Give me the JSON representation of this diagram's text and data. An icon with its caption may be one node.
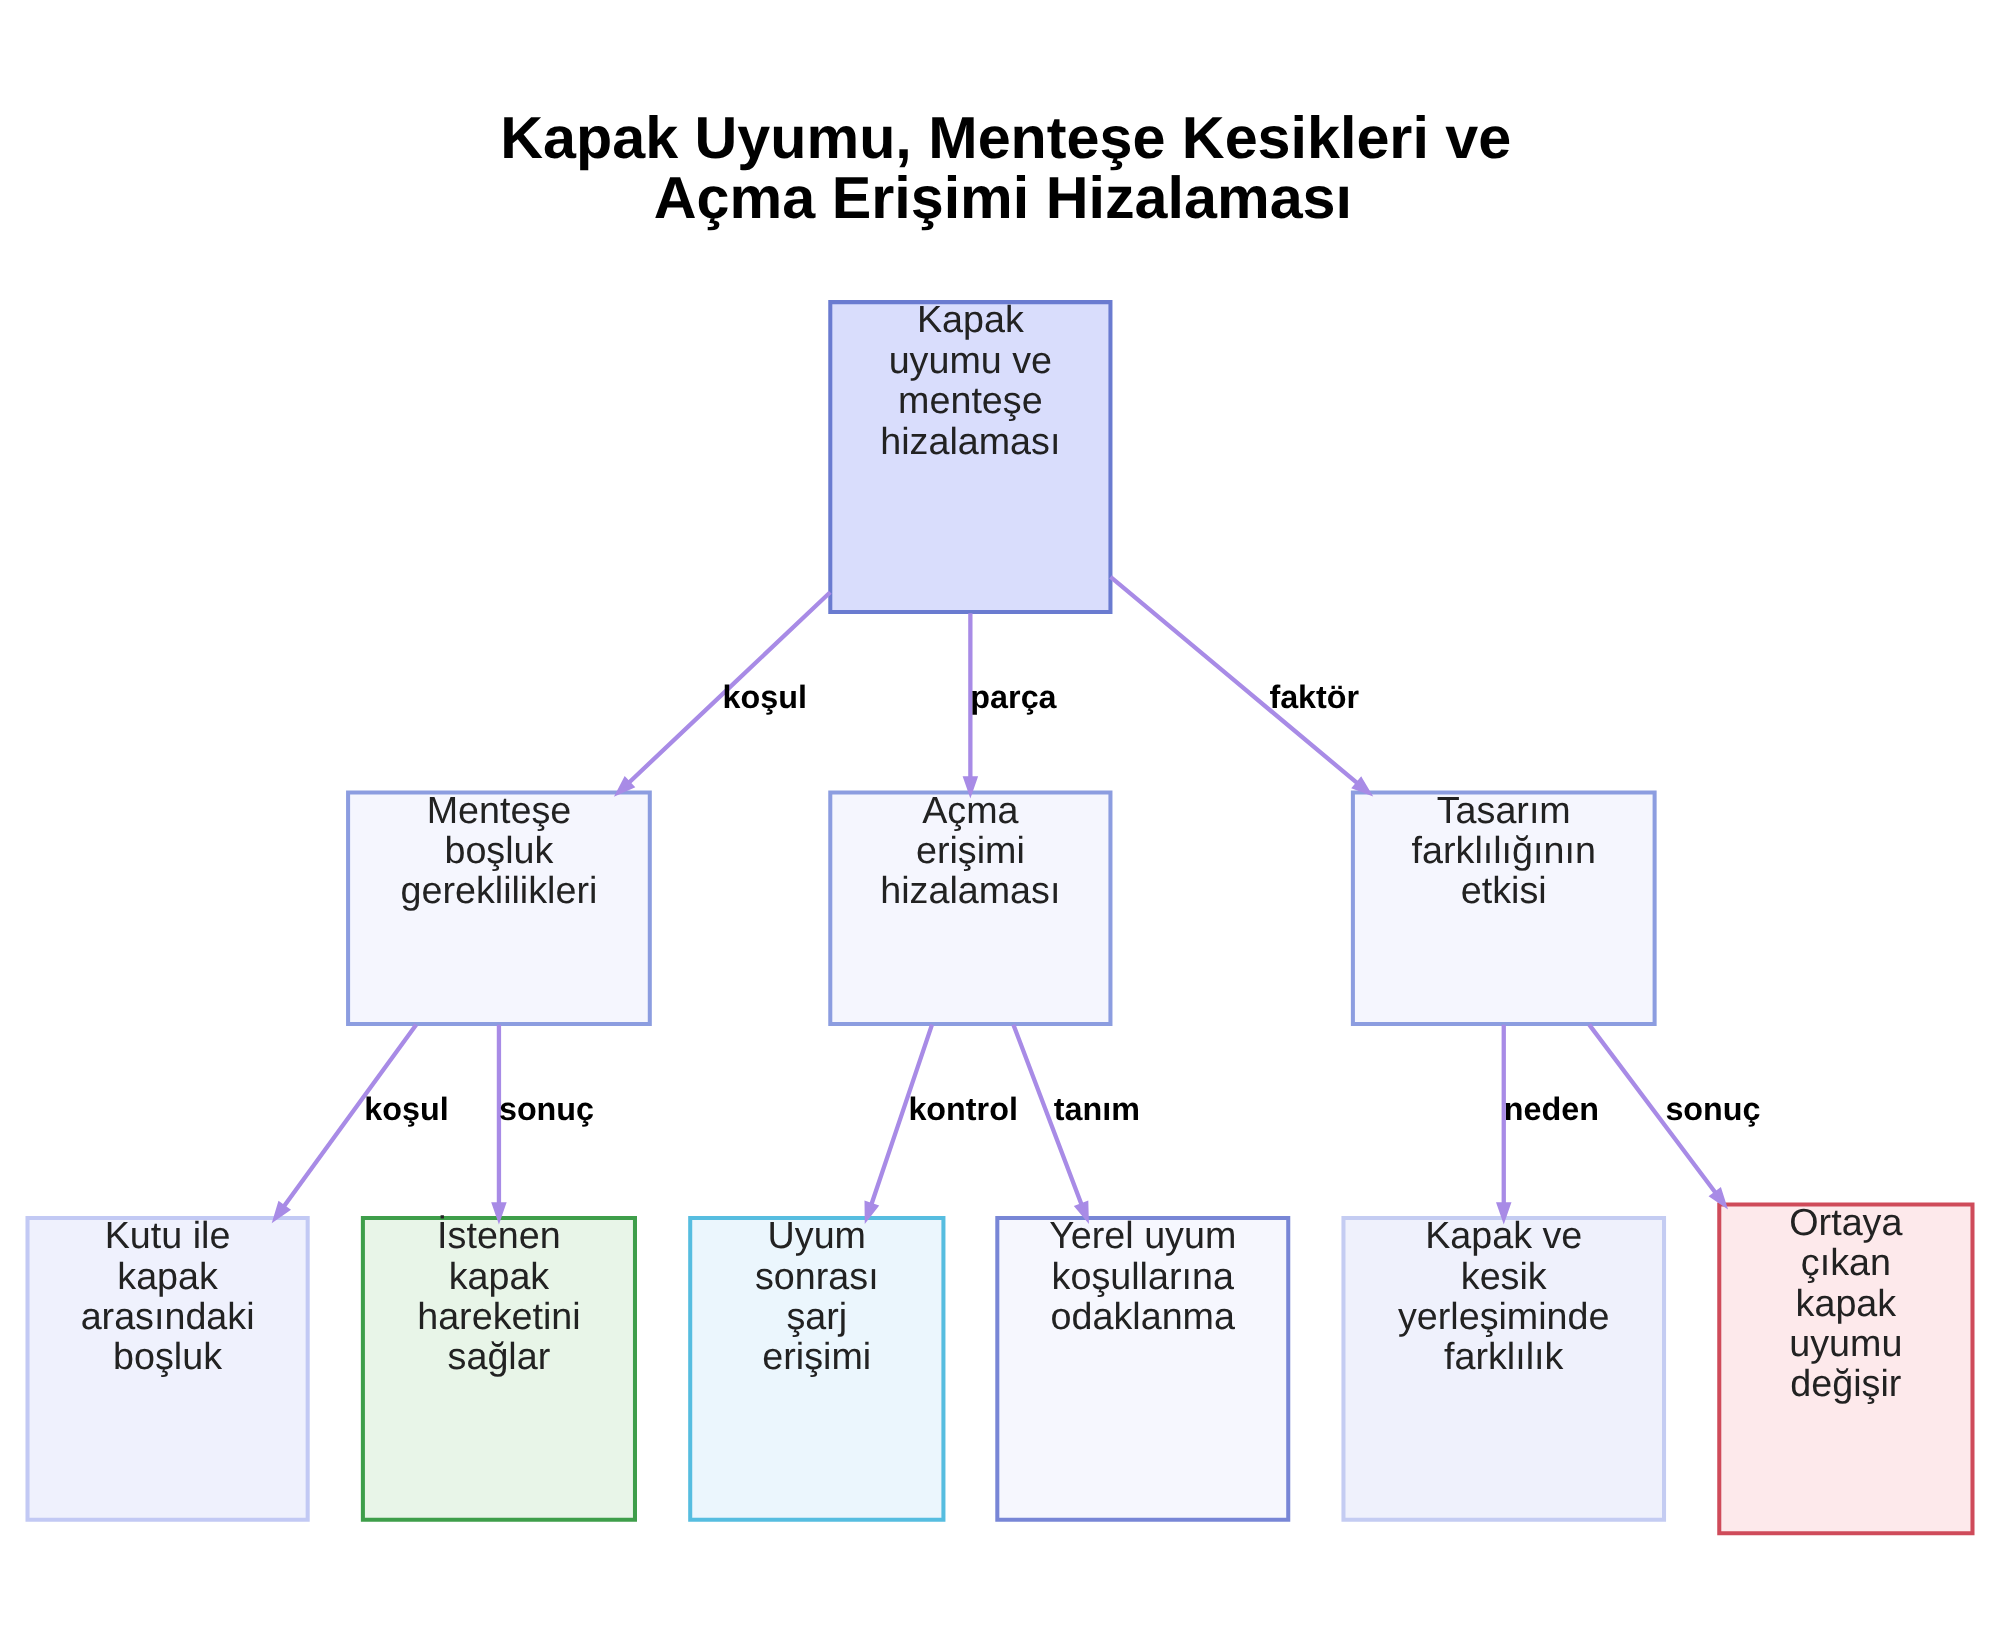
{
  "diagram": {
    "title": "Kapak Uyumu, Menteşe Kesikleri ve Açma Erişimi Hizalaması",
    "nodes": [
      {
        "text": [
          "Kapak uyumu ve menteşe hizalaması"
        ]
      },
      {
        "text": [
          "Menteşe boşluk gereklilikleri"
        ]
      },
      {
        "text": [
          "Açma erişimi hizalaması"
        ]
      },
      {
        "text": [
          "Tasarım farklılığının etkisi"
        ]
      },
      {
        "text": [
          "Kutu ile kapak arasındaki boşluk"
        ]
      },
      {
        "text": [
          "İstenen kapak hareketini sağlar"
        ]
      },
      {
        "text": [
          "Uyum sonrası şarj erişimi"
        ]
      },
      {
        "text": [
          "Yerel uyum koşullarına odaklanma"
        ]
      },
      {
        "text": [
          "Kapak ve kesik yerleşiminde farklılık"
        ]
      },
      {
        "text": [
          "Ortaya çıkan kapak uyumu değişir"
        ]
      }
    ],
    "edges": [
      {
        "from": 0,
        "to": 1,
        "arrow": "to",
        "label": "koşul"
      },
      {
        "from": 0,
        "to": 2,
        "arrow": "to",
        "label": "parça"
      },
      {
        "from": 0,
        "to": 3,
        "arrow": "to",
        "label": "faktör"
      },
      {
        "from": 1,
        "to": 4,
        "arrow": "to",
        "label": "koşul"
      },
      {
        "from": 1,
        "to": 5,
        "arrow": "to",
        "label": "sonuç"
      },
      {
        "from": 2,
        "to": 6,
        "arrow": "to",
        "label": "kontrol"
      },
      {
        "from": 2,
        "to": 7,
        "arrow": "to",
        "label": "tanım"
      },
      {
        "from": 3,
        "to": 8,
        "arrow": "to",
        "label": "neden"
      },
      {
        "from": 3,
        "to": 9,
        "arrow": "to",
        "label": "sonuç"
      }
    ]
  }
}
